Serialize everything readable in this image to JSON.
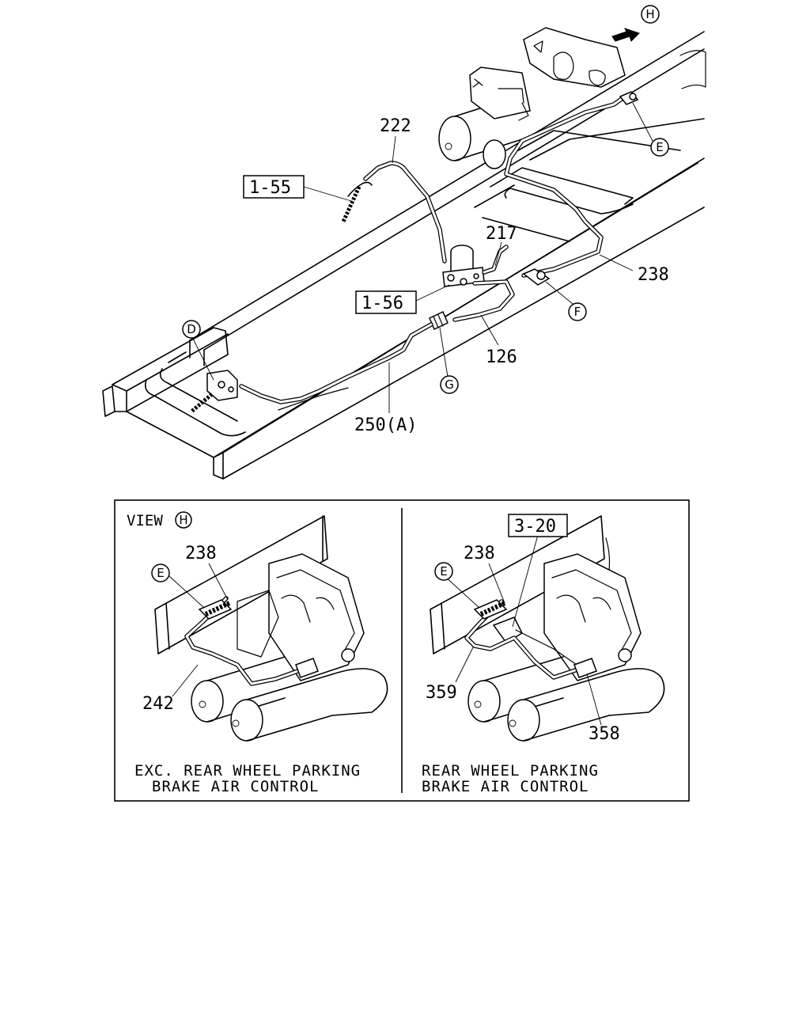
{
  "callouts": {
    "c222": "222",
    "c1_55": "1-55",
    "c217": "217",
    "c238": "238",
    "c1_56": "1-56",
    "c126": "126",
    "c250a": "250(A)"
  },
  "markers": {
    "H": "H",
    "E": "E",
    "D": "D",
    "F": "F",
    "G": "G"
  },
  "inset": {
    "view_prefix": "VIEW",
    "view_marker": "H",
    "left": {
      "marker": "E",
      "c238": "238",
      "c242": "242",
      "caption_line1": "EXC. REAR WHEEL PARKING",
      "caption_line2": "BRAKE AIR CONTROL"
    },
    "right": {
      "marker": "E",
      "c3_20": "3-20",
      "c238": "238",
      "c359": "359",
      "c358": "358",
      "caption_line1": "REAR WHEEL PARKING",
      "caption_line2": "BRAKE AIR CONTROL"
    }
  }
}
